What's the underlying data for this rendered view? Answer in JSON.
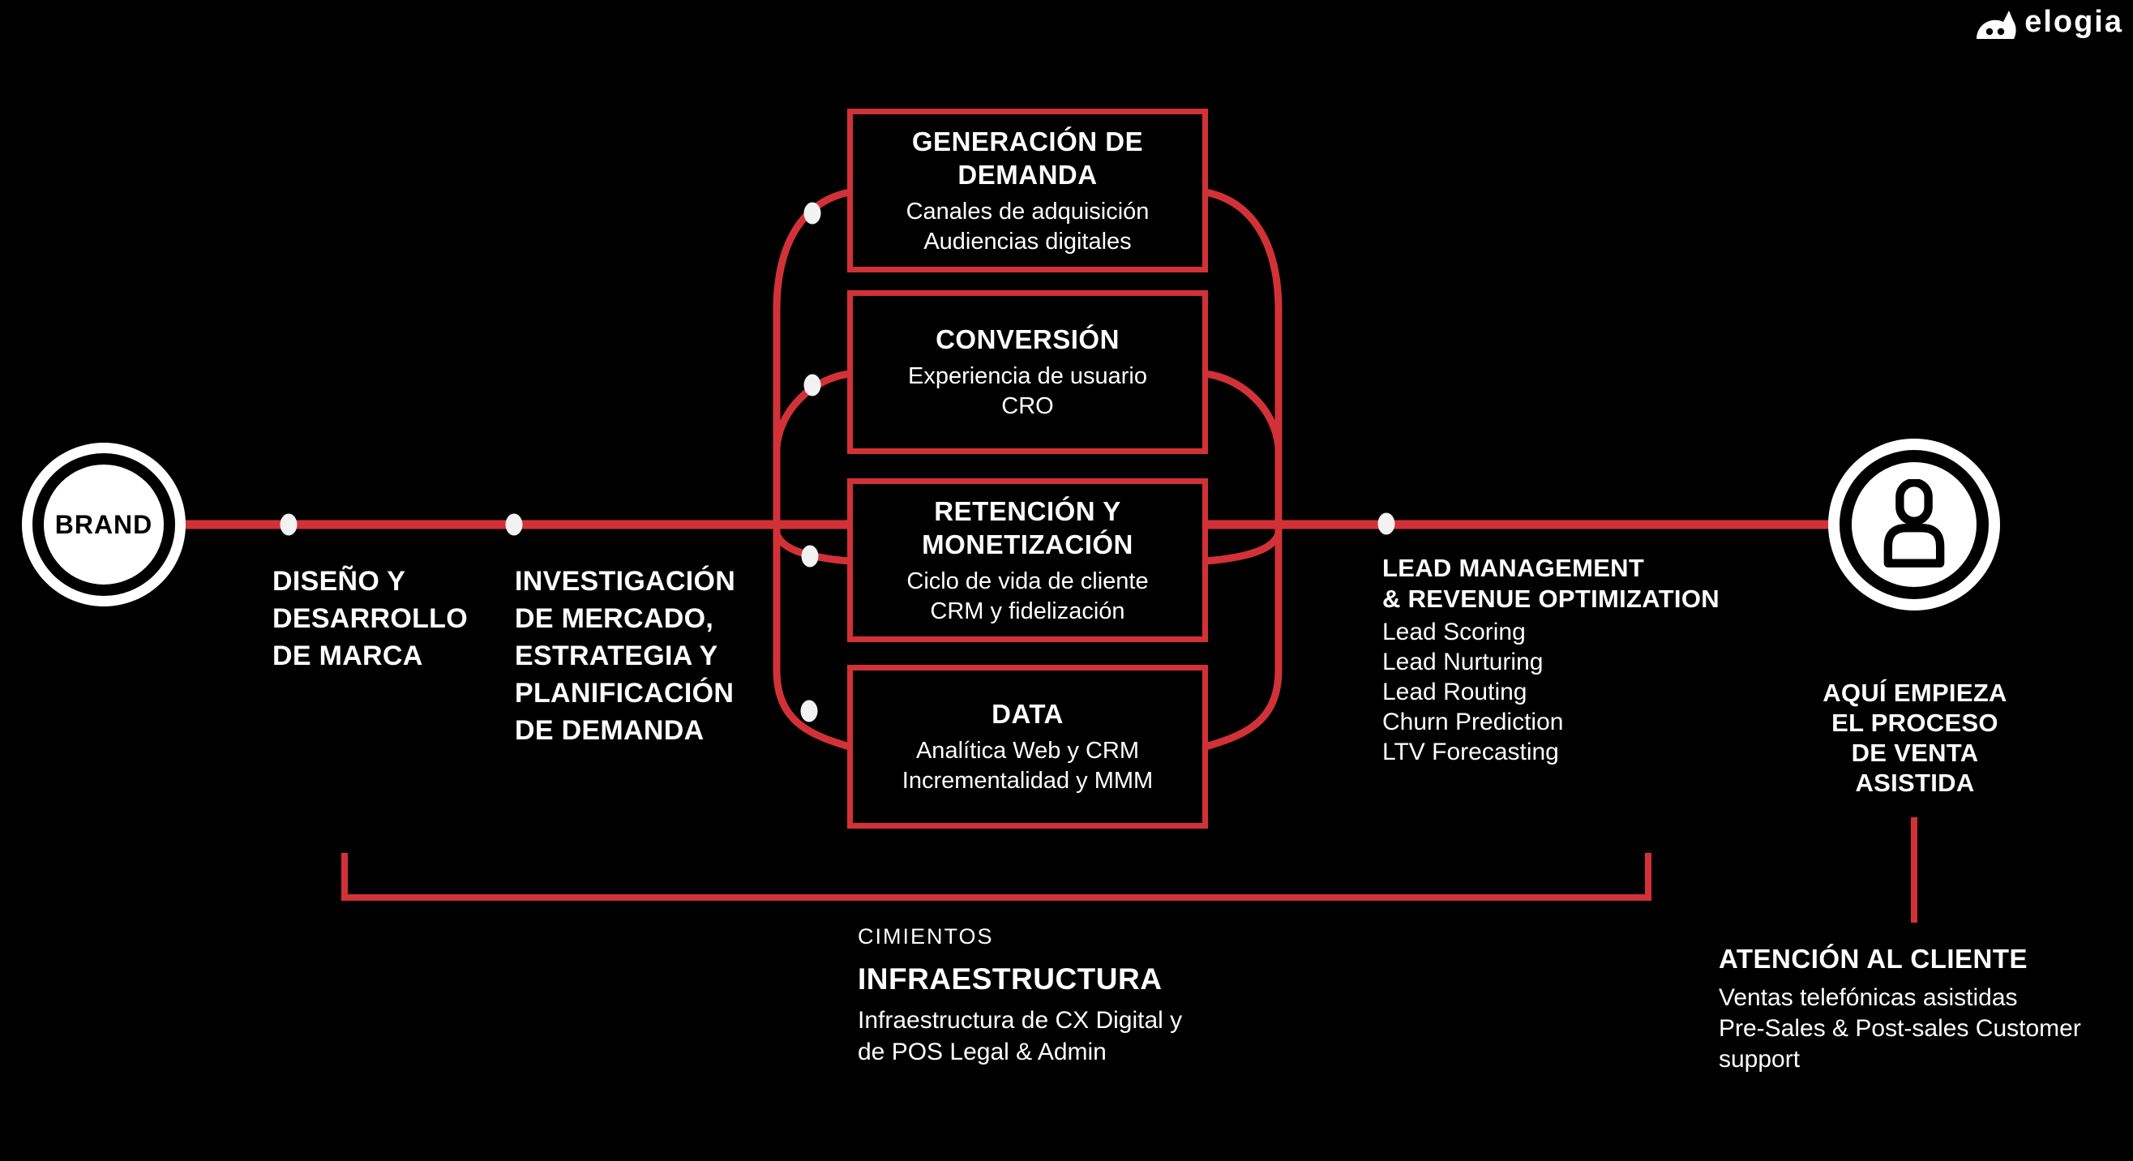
{
  "logo": {
    "text": "elogia"
  },
  "brand_node": {
    "label": "BRAND"
  },
  "timeline_labels": [
    {
      "lines": [
        "DISEÑO Y",
        "DESARROLLO",
        "DE MARCA"
      ]
    },
    {
      "lines": [
        "INVESTIGACIÓN",
        "DE MERCADO,",
        "ESTRATEGIA Y",
        "PLANIFICACIÓN",
        "DE DEMANDA"
      ]
    }
  ],
  "boxes": [
    {
      "title": "GENERACIÓN DE DEMANDA",
      "lines": [
        "Canales de adquisición",
        "Audiencias digitales"
      ]
    },
    {
      "title": "CONVERSIÓN",
      "lines": [
        "Experiencia de usuario",
        "CRO"
      ]
    },
    {
      "title": "RETENCIÓN Y MONETIZACIÓN",
      "lines": [
        "Ciclo de vida de cliente",
        "CRM y fidelización"
      ]
    },
    {
      "title": "DATA",
      "lines": [
        "Analítica Web y CRM",
        "Incrementalidad  y MMM"
      ]
    }
  ],
  "lead_block": {
    "title_lines": [
      "LEAD MANAGEMENT",
      "& REVENUE OPTIMIZATION"
    ],
    "items": [
      "Lead Scoring",
      "Lead Nurturing",
      "Lead Routing",
      "Churn Prediction",
      "LTV Forecasting"
    ]
  },
  "assisted_sale_note": {
    "lines": [
      "AQUÍ EMPIEZA",
      "EL PROCESO",
      "DE VENTA",
      "ASISTIDA"
    ]
  },
  "foundations": {
    "kicker": "CIMIENTOS",
    "title": "INFRAESTRUCTURA",
    "lines": [
      "Infraestructura de CX Digital y",
      "de POS Legal & Admin"
    ]
  },
  "customer_care": {
    "title": "ATENCIÓN AL CLIENTE",
    "lines": [
      "Ventas telefónicas asistidas",
      "Pre-Sales & Post-sales Customer",
      "support"
    ]
  },
  "colors": {
    "background": "#000000",
    "red": "#d23237",
    "white": "#ffffff",
    "dot": "#f2f2f2"
  }
}
